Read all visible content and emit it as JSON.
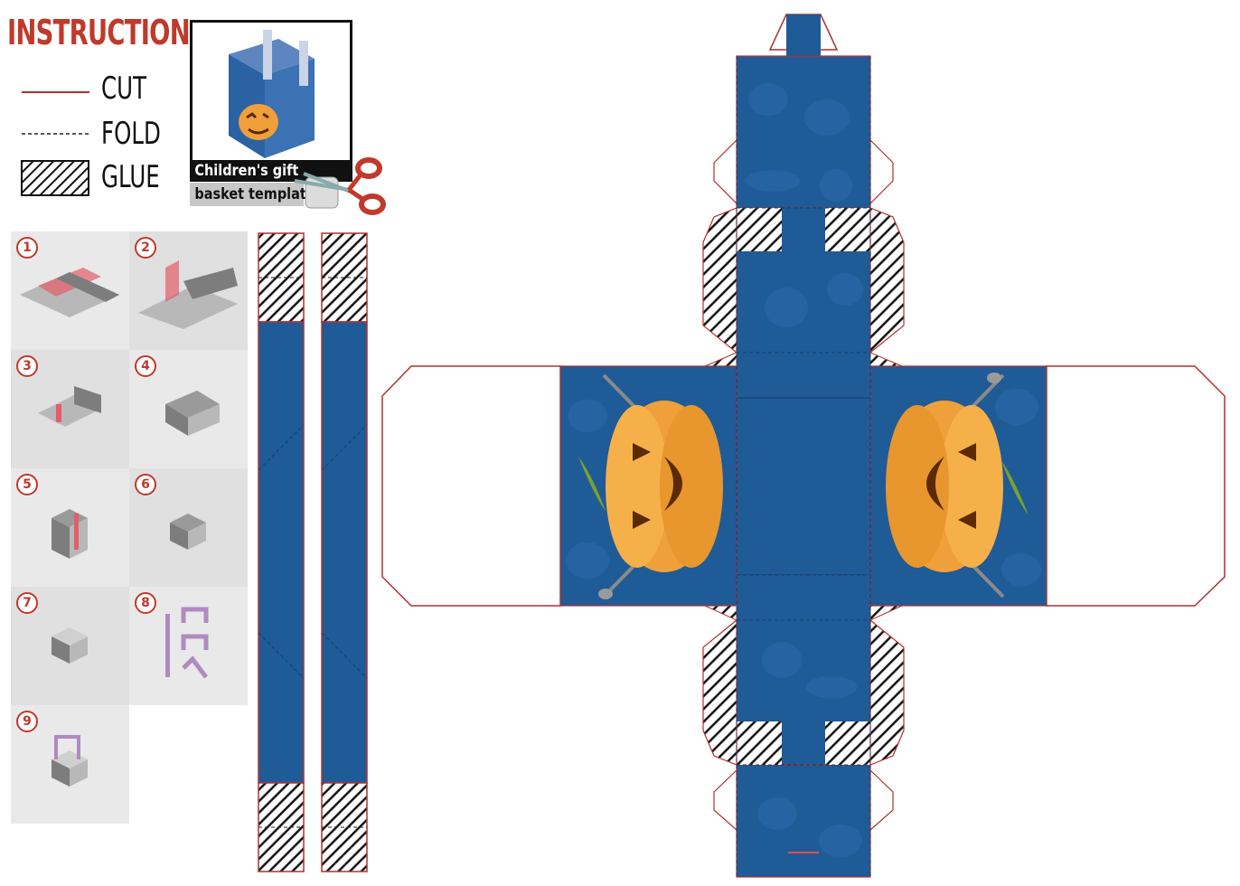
{
  "header": {
    "title": "INSTRUCTION",
    "legend": [
      {
        "label": "CUT",
        "style": "solid-red-line"
      },
      {
        "label": "FOLD",
        "style": "dashed-black-line"
      },
      {
        "label": "GLUE",
        "style": "hatched-box"
      }
    ]
  },
  "preview": {
    "caption_line1": "Children's gift",
    "caption_line2": "basket template",
    "icon": "scissors-icon"
  },
  "steps": [
    {
      "number": "1"
    },
    {
      "number": "2"
    },
    {
      "number": "3"
    },
    {
      "number": "4"
    },
    {
      "number": "5"
    },
    {
      "number": "6"
    },
    {
      "number": "7"
    },
    {
      "number": "8"
    },
    {
      "number": "9"
    }
  ],
  "colors": {
    "accent_red": "#c0392b",
    "cut_line": "#b03030",
    "panel_blue": "#1f5b96",
    "pattern_blue": "#2d6aa7",
    "pumpkin_orange": "#f0a03a",
    "step_bg": "#e9e9e9"
  }
}
